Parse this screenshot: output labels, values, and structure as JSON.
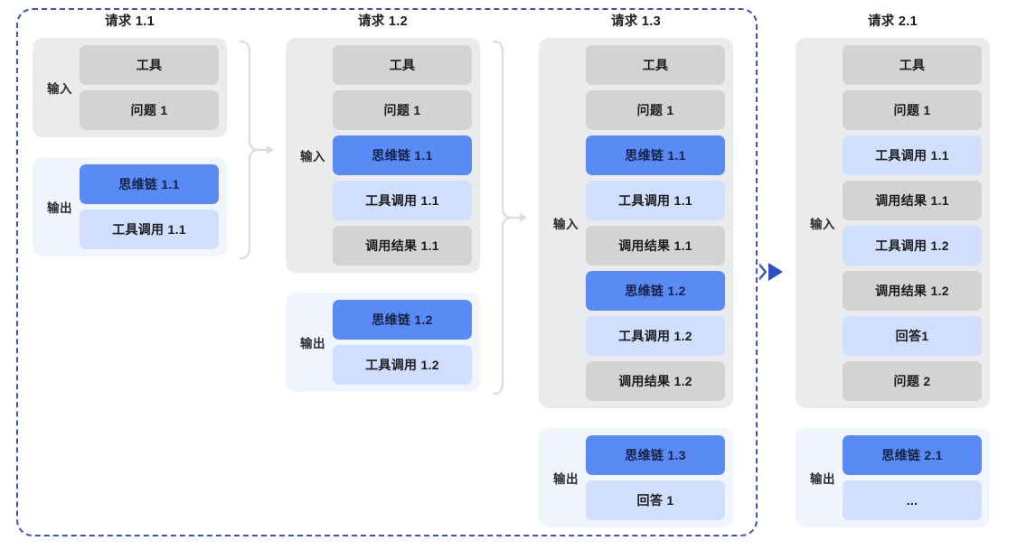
{
  "diagram": {
    "title_hidden": "",
    "colors": {
      "frame_dash": "#3c56b0",
      "item_gray": "#d1d3d5",
      "item_blue": "#5a8bf5",
      "item_lightblue": "#cfdffd",
      "group_input_bg": "#eaebed",
      "group_output_bg": "#f1f5fd",
      "brace": "#dcdcde",
      "arrow_blue": "#2b4fc4"
    },
    "labels": {
      "input": "输入",
      "output": "输出"
    },
    "columns": [
      {
        "title": "请求 1.1",
        "groups": [
          {
            "label": "输入",
            "type": "input",
            "items": [
              {
                "text": "工具",
                "style": "gray"
              },
              {
                "text": "问题 1",
                "style": "gray"
              }
            ]
          },
          {
            "label": "输出",
            "type": "output",
            "items": [
              {
                "text": "思维链 1.1",
                "style": "blue"
              },
              {
                "text": "工具调用 1.1",
                "style": "lightblue"
              }
            ]
          }
        ]
      },
      {
        "title": "请求 1.2",
        "groups": [
          {
            "label": "输入",
            "type": "input",
            "items": [
              {
                "text": "工具",
                "style": "gray"
              },
              {
                "text": "问题 1",
                "style": "gray"
              },
              {
                "text": "思维链 1.1",
                "style": "blue"
              },
              {
                "text": "工具调用 1.1",
                "style": "lightblue"
              },
              {
                "text": "调用结果 1.1",
                "style": "gray"
              }
            ]
          },
          {
            "label": "输出",
            "type": "output",
            "items": [
              {
                "text": "思维链 1.2",
                "style": "blue"
              },
              {
                "text": "工具调用 1.2",
                "style": "lightblue"
              }
            ]
          }
        ]
      },
      {
        "title": "请求 1.3",
        "groups": [
          {
            "label": "输入",
            "type": "input",
            "items": [
              {
                "text": "工具",
                "style": "gray"
              },
              {
                "text": "问题 1",
                "style": "gray"
              },
              {
                "text": "思维链 1.1",
                "style": "blue"
              },
              {
                "text": "工具调用 1.1",
                "style": "lightblue"
              },
              {
                "text": "调用结果 1.1",
                "style": "gray"
              },
              {
                "text": "思维链 1.2",
                "style": "blue"
              },
              {
                "text": "工具调用 1.2",
                "style": "lightblue"
              },
              {
                "text": "调用结果 1.2",
                "style": "gray"
              }
            ]
          },
          {
            "label": "输出",
            "type": "output",
            "items": [
              {
                "text": "思维链 1.3",
                "style": "blue"
              },
              {
                "text": "回答 1",
                "style": "lightblue"
              }
            ]
          }
        ]
      },
      {
        "title": "请求 2.1",
        "groups": [
          {
            "label": "输入",
            "type": "input",
            "items": [
              {
                "text": "工具",
                "style": "gray"
              },
              {
                "text": "问题 1",
                "style": "gray"
              },
              {
                "text": "工具调用 1.1",
                "style": "lightblue"
              },
              {
                "text": "调用结果 1.1",
                "style": "gray"
              },
              {
                "text": "工具调用 1.2",
                "style": "lightblue"
              },
              {
                "text": "调用结果 1.2",
                "style": "gray"
              },
              {
                "text": "回答1",
                "style": "lightblue"
              },
              {
                "text": "问题 2",
                "style": "gray"
              }
            ]
          },
          {
            "label": "输出",
            "type": "output",
            "items": [
              {
                "text": "思维链 2.1",
                "style": "blue"
              },
              {
                "text": "...",
                "style": "lightblue"
              }
            ]
          }
        ]
      }
    ],
    "connectors": [
      {
        "kind": "brace-arrow",
        "from": "请求 1.1",
        "to": "请求 1.2"
      },
      {
        "kind": "brace-arrow",
        "from": "请求 1.2",
        "to": "请求 1.3"
      },
      {
        "kind": "blue-arrow",
        "from": "请求 1.3",
        "to": "请求 2.1"
      }
    ]
  }
}
